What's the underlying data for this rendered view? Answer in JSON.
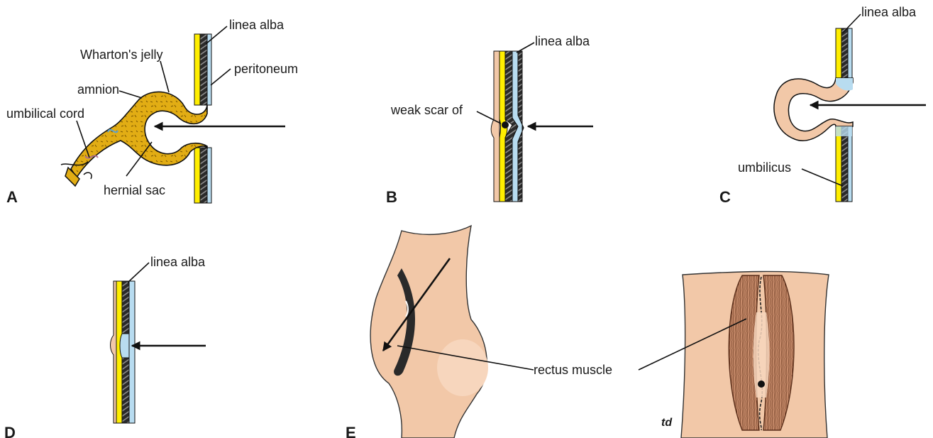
{
  "colors": {
    "skin": "#f2c8a8",
    "skin_dark": "#e8b08a",
    "yellow": "#ffee00",
    "blue": "#b8dcf0",
    "jelly": "#e2ad14",
    "muscle": "#c68a6a",
    "dark": "#1a1a1a"
  },
  "panels": {
    "A": {
      "letter": "A",
      "labels": {
        "linea_alba": "linea alba",
        "peritoneum": "peritoneum",
        "whartons_jelly": "Wharton's jelly",
        "amnion": "amnion",
        "umbilical_cord": "umbilical cord",
        "hernial_sac": "hernial sac"
      }
    },
    "B": {
      "letter": "B",
      "labels": {
        "linea_alba": "linea alba",
        "weak_scar": "weak scar of"
      }
    },
    "C": {
      "letter": "C",
      "labels": {
        "linea_alba": "linea alba",
        "umbilicus": "umbilicus"
      }
    },
    "D": {
      "letter": "D",
      "labels": {
        "linea_alba": "linea alba"
      }
    },
    "E": {
      "letter": "E",
      "labels": {
        "rectus_muscle": "rectus muscle"
      },
      "signature": "td"
    }
  }
}
